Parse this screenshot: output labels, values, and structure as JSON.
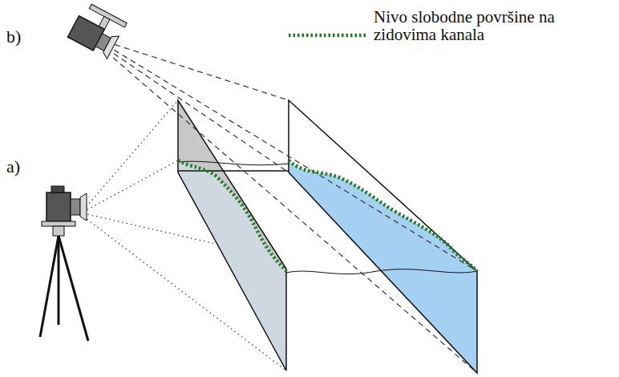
{
  "diagram": {
    "labels": [
      "b)",
      "a)"
    ],
    "legend": [
      {
        "text": "Nivo slobodne površine na zidovima kanala"
      }
    ]
  }
}
